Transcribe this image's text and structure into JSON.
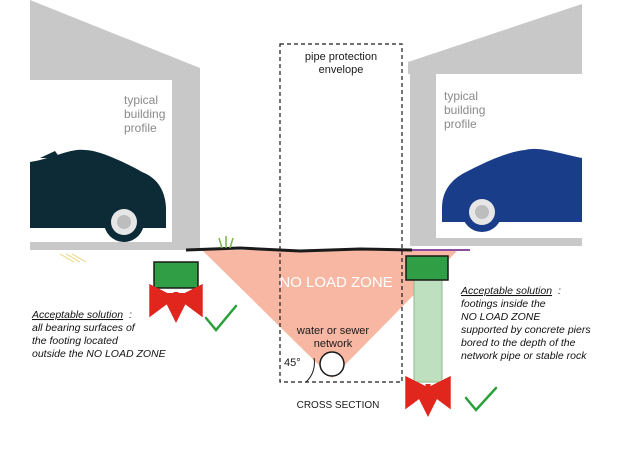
{
  "labels": {
    "envelope_line1": "pipe protection",
    "envelope_line2": "envelope",
    "left_building_line1": "typical",
    "left_building_line2": "building",
    "left_building_line3": "profile",
    "right_building_line1": "typical",
    "right_building_line2": "building",
    "right_building_line3": "profile",
    "no_load_zone": "NO LOAD ZONE",
    "pipe_line1": "water or sewer",
    "pipe_line2": "network",
    "angle": "45°",
    "cross_section": "CROSS SECTION"
  },
  "left_note": {
    "heading": "Acceptable solution",
    "heading_suffix": ":",
    "line1": "all bearing surfaces of",
    "line2": "the footing located",
    "line3": "outside the NO LOAD ZONE"
  },
  "right_note": {
    "heading": "Acceptable solution",
    "heading_suffix": ":",
    "line1": "footings inside the",
    "line2": "NO LOAD ZONE",
    "line3": "supported by concrete piers",
    "line4": "bored to the depth of the",
    "line5": "network pipe or stable rock"
  },
  "colors": {
    "building": "#c8c8c8",
    "no_load_zone": "#f7b7a3",
    "footing": "#2f9e45",
    "arrow": "#e0261d",
    "pier": "#bfe0bf",
    "check": "#2aa13a",
    "car_left": "#0d2b36",
    "car_right": "#1a3d8a"
  }
}
